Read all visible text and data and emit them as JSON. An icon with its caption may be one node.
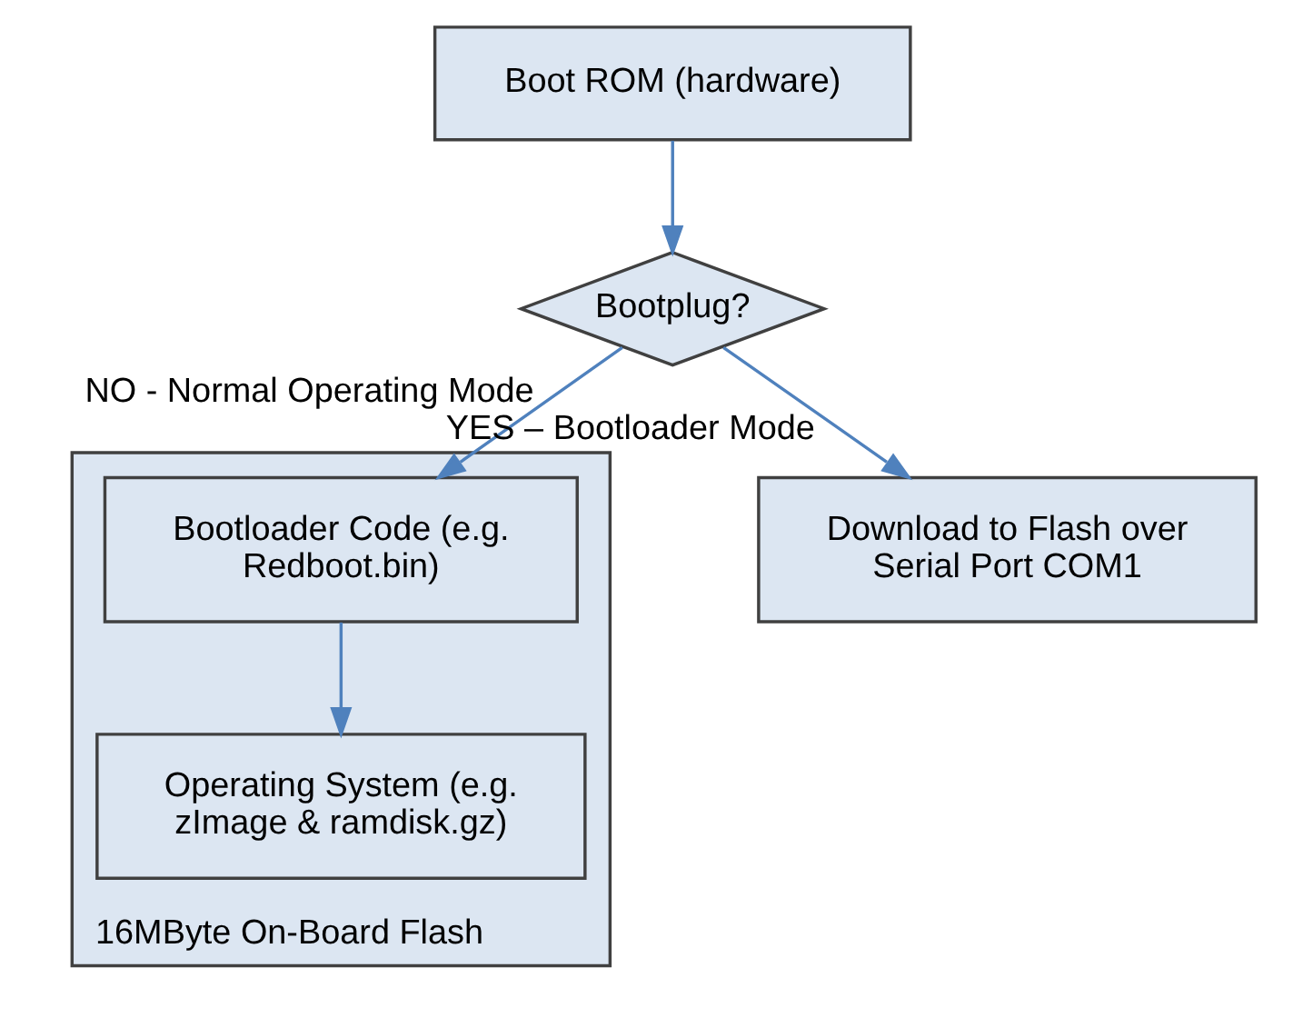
{
  "diagram": {
    "nodes": [
      {
        "text": [
          "Boot ROM (hardware)"
        ]
      },
      {
        "text": [
          "Bootplug?"
        ]
      },
      {
        "text": [
          "16MByte On-Board Flash"
        ]
      },
      {
        "text": [
          "Bootloader Code (e.g. Redboot.bin)"
        ],
        "in": 2
      },
      {
        "text": [
          "Operating System (e.g. zImage & ramdisk.gz)"
        ],
        "in": 2
      },
      {
        "text": [
          "Download to Flash over Serial Port COM1"
        ]
      }
    ],
    "edges": [
      {
        "from": 0,
        "to": 1,
        "arrow": "to"
      },
      {
        "from": 1,
        "to": 3,
        "arrow": "to",
        "label": "NO - Normal Operating Mode"
      },
      {
        "from": 1,
        "to": 5,
        "arrow": "to",
        "label": "YES – Bootloader Mode"
      },
      {
        "from": 3,
        "to": 4,
        "arrow": "to"
      }
    ]
  }
}
